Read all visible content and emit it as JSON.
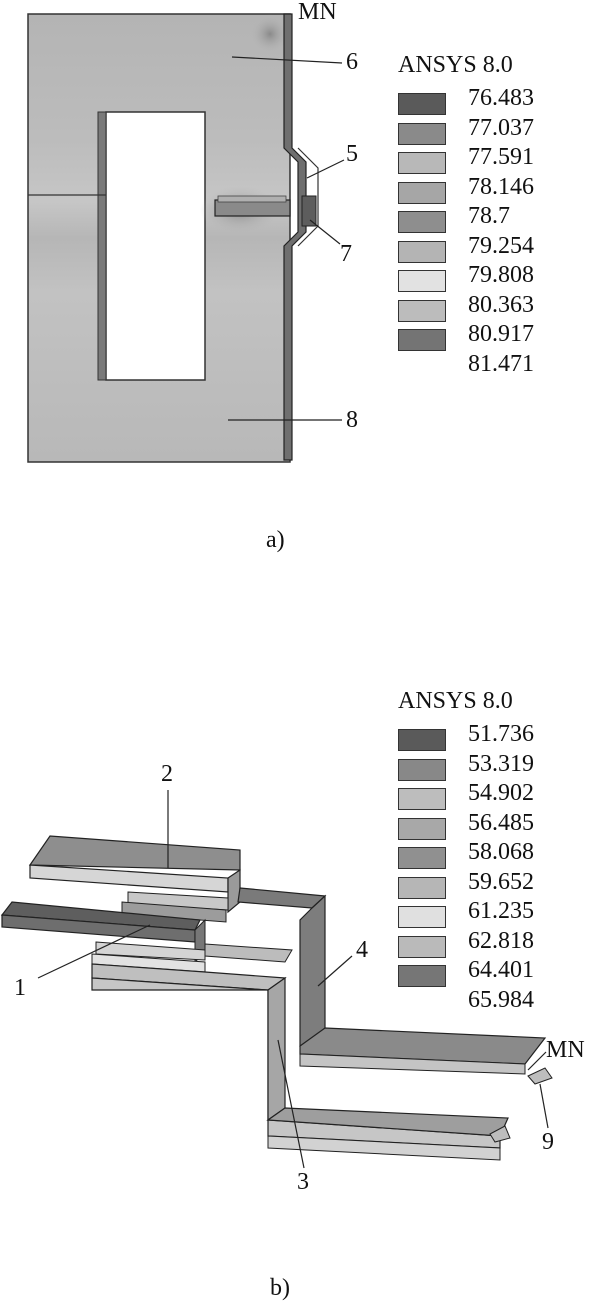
{
  "figure_a": {
    "caption": "a)",
    "callouts": {
      "mn": "MN",
      "n6": "6",
      "n5": "5",
      "n7": "7",
      "n8": "8"
    },
    "legend": {
      "title": "ANSYS 8.0",
      "values": [
        "76.483",
        "77.037",
        "77.591",
        "78.146",
        "78.7",
        "79.254",
        "79.808",
        "80.363",
        "80.917",
        "81.471"
      ],
      "colors": [
        "#5a5a5a",
        "#8a8a8a",
        "#b8b8b8",
        "#a6a6a6",
        "#8e8e8e",
        "#b4b4b4",
        "#e2e2e2",
        "#bcbcbc",
        "#747474"
      ]
    }
  },
  "figure_b": {
    "caption": "b)",
    "callouts": {
      "n2": "2",
      "n1": "1",
      "n4": "4",
      "n3": "3",
      "mn": "MN",
      "n9": "9"
    },
    "legend": {
      "title": "ANSYS 8.0",
      "values": [
        "51.736",
        "53.319",
        "54.902",
        "56.485",
        "58.068",
        "59.652",
        "61.235",
        "62.818",
        "64.401",
        "65.984"
      ],
      "colors": [
        "#5a5a5a",
        "#888888",
        "#bdbdbd",
        "#a8a8a8",
        "#909090",
        "#b6b6b6",
        "#e0e0e0",
        "#bababa",
        "#767676"
      ]
    }
  }
}
